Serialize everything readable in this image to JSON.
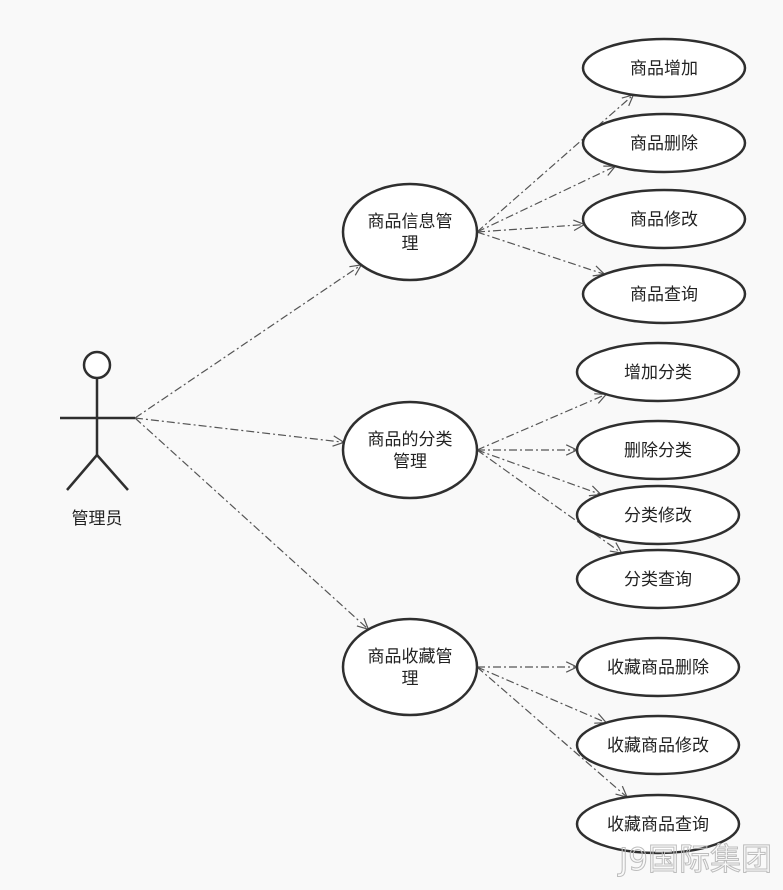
{
  "actor": {
    "label": "管理员",
    "icon": "stick-figure-actor"
  },
  "groups": [
    {
      "id": "goods-info",
      "lines": [
        "商品信息管",
        "理"
      ],
      "children": [
        {
          "id": "goods-add",
          "label": "商品增加"
        },
        {
          "id": "goods-delete",
          "label": "商品删除"
        },
        {
          "id": "goods-edit",
          "label": "商品修改"
        },
        {
          "id": "goods-query",
          "label": "商品查询"
        }
      ]
    },
    {
      "id": "goods-category",
      "lines": [
        "商品的分类",
        "管理"
      ],
      "children": [
        {
          "id": "category-add",
          "label": "增加分类"
        },
        {
          "id": "category-delete",
          "label": "删除分类"
        },
        {
          "id": "category-edit",
          "label": "分类修改"
        },
        {
          "id": "category-query",
          "label": "分类查询"
        }
      ]
    },
    {
      "id": "goods-favorite",
      "lines": [
        "商品收藏管",
        "理"
      ],
      "children": [
        {
          "id": "favorite-delete",
          "label": "收藏商品删除"
        },
        {
          "id": "favorite-edit",
          "label": "收藏商品修改"
        },
        {
          "id": "favorite-query",
          "label": "收藏商品查询"
        }
      ]
    }
  ],
  "watermark": {
    "text": "J9国际集团"
  },
  "colors": {
    "background": "#f9f9f9",
    "stroke": "#2f2f2f",
    "edge": "#555555",
    "fill": "#ffffff"
  }
}
